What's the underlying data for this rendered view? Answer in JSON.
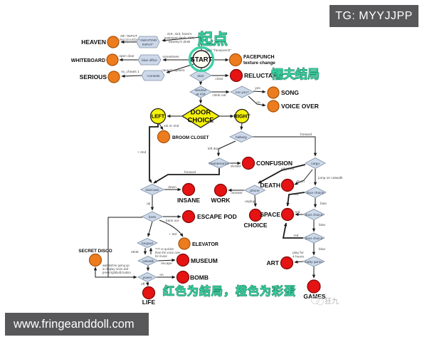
{
  "overlays": {
    "tg_badge": "TG: MYYJJPP",
    "site_badge": "www.fringeanddoll.com",
    "artist": "狂九"
  },
  "annotations": {
    "start": "起点",
    "reluctant": "懦夫结局",
    "legend": "红色为结局，橙色为彩蛋"
  },
  "colors": {
    "ending_red": "#e51313",
    "egg_orange": "#ec7c1d",
    "choice_yellow": "#f4f10b",
    "decision_blue": "#cdd9e9",
    "annotation_teal": "#38cd9d",
    "badge_gray": "#58585a"
  },
  "nodes": {
    "heaven": "HEAVEN",
    "whiteboard": "WHITEBOARD",
    "serious": "SERIOUS",
    "start": "START",
    "facepunch": "FACEPUNCH",
    "facepunch_sub": "texture change",
    "reluctant": "RELUCTANT",
    "song": "SONG",
    "voice_over": "VOICE OVER",
    "door_line1": "DOOR",
    "door_line2": "CHOICE",
    "left": "LEFT",
    "right": "RIGHT",
    "broom_closet": "BROOM CLOSET",
    "insane": "INSANE",
    "work": "WORK",
    "escape_pod": "ESCAPE POD",
    "elevator": "ELEVATOR",
    "museum": "MUSEUM",
    "bomb": "BOMB",
    "life": "LIFE",
    "secret_disco": "SECRET DISCO",
    "confusion": "CONFUSION",
    "death": "DEATH",
    "space": "SPACE",
    "choice": "CHOICE",
    "art": "ART",
    "games": "GAMES"
  },
  "decisions": {
    "awaiting1": "\"AWAITING",
    "awaiting2": "INPUT\"",
    "blue_office": "blue office",
    "console": "~console",
    "door": "door",
    "window1": "window",
    "window2": "at 434",
    "are_you": "Are you?",
    "hallway": "hallway",
    "maintenance": "maintenance",
    "cargo": "cargo",
    "staircase": "staircase",
    "boss": "boss",
    "phone": "phone",
    "keypad": "keypad",
    "catwalk": "catwalk",
    "power": "power",
    "door_choice": "door choice",
    "baby_game": "baby game"
  },
  "edges": {
    "input_received1": "4th \"INPUT",
    "input_received2": "RECEIVED\"",
    "desks1": "419, 423, boss's",
    "desks2": "assistant desk, 434,",
    "desks3": "Stanley's desk",
    "open_door": "open door",
    "sometimes": "sometimes",
    "type_facepunch": "type \"facepunch\"",
    "sv_cheats": "sv_cheats 1",
    "launch_options": "launch options",
    "close": "close",
    "climb_out": "climb out",
    "yes": "yes",
    "no": "no",
    "first_or_2nd": "1st or 2nd",
    "plus_2nd": "+ 2nd",
    "down": "down",
    "up": "up",
    "back_out": "back out",
    "plus_3rd": "+ 3rd",
    "code": "2845",
    "quicker1": "??? or quicker",
    "quicker2": "than the voice over",
    "quicker3": "for music",
    "escape": "escape",
    "on": "on",
    "off": "off",
    "wait1": "wait before going up",
    "wait2": "in display room and",
    "wait3": "press lightbulb button",
    "left_door": "left door",
    "elevator": "elevator",
    "forward": "forward",
    "upwards": "upwards",
    "jump_catwalk": "jump on catwalk",
    "answer": "answer",
    "unplug": "unplug",
    "red": "red",
    "blue": "blue",
    "play1": "play for",
    "play2": "4 hours"
  }
}
